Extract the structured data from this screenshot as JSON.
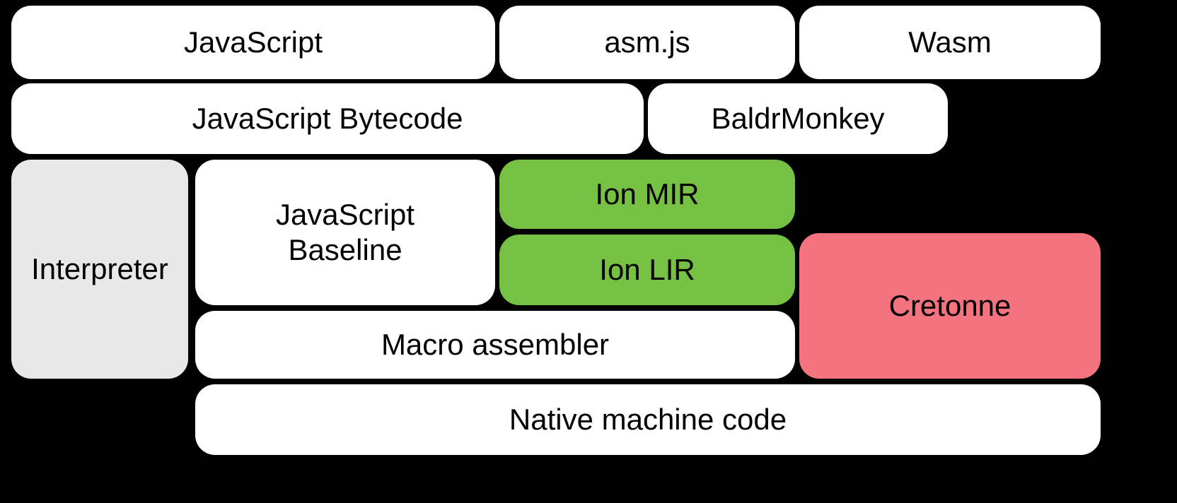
{
  "diagram": {
    "colors": {
      "background": "#000000",
      "text": "#000000",
      "box_white": "#ffffff",
      "box_gray": "#e8e8e8",
      "box_green": "#76c043",
      "box_pink": "#f4737f"
    },
    "boxes": {
      "javascript": {
        "label": "JavaScript",
        "color": "#ffffff"
      },
      "asmjs": {
        "label": "asm.js",
        "color": "#ffffff"
      },
      "wasm": {
        "label": "Wasm",
        "color": "#ffffff"
      },
      "bytecode": {
        "label": "JavaScript Bytecode",
        "color": "#ffffff"
      },
      "baldrmonkey": {
        "label": "BaldrMonkey",
        "color": "#ffffff"
      },
      "interpreter": {
        "label": "Interpreter",
        "color": "#e8e8e8"
      },
      "baseline": {
        "label": "JavaScript Baseline",
        "color": "#ffffff"
      },
      "ion_mir": {
        "label": "Ion MIR",
        "color": "#76c043"
      },
      "ion_lir": {
        "label": "Ion LIR",
        "color": "#76c043"
      },
      "cretonne": {
        "label": "Cretonne",
        "color": "#f4737f"
      },
      "macro_assembler": {
        "label": "Macro assembler",
        "color": "#ffffff"
      },
      "native": {
        "label": "Native machine code",
        "color": "#ffffff"
      }
    }
  }
}
